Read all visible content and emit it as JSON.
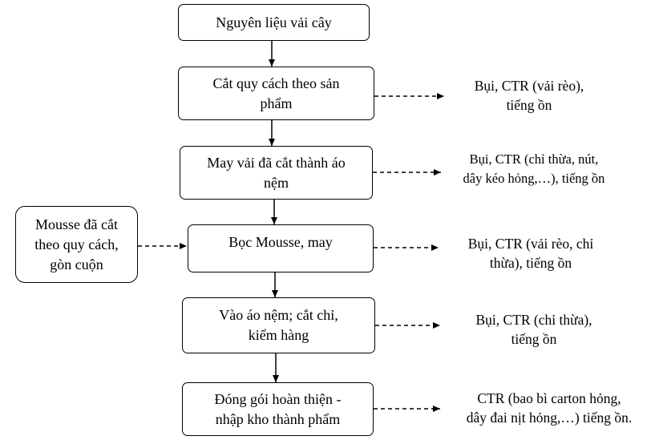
{
  "steps": [
    {
      "lines": [
        "Nguyên liệu vải cây"
      ]
    },
    {
      "lines": [
        "Cắt quy cách theo sản",
        "phẩm"
      ]
    },
    {
      "lines": [
        "May vải đã cắt thành áo",
        "nệm"
      ]
    },
    {
      "lines": [
        "Bọc Mousse,  may"
      ]
    },
    {
      "lines": [
        "Vào áo nệm; cắt chỉ,",
        "kiểm hàng"
      ]
    },
    {
      "lines": [
        "Đóng gói hoàn thiện -",
        "nhập kho thành phẩm"
      ]
    }
  ],
  "input": {
    "lines": [
      "Mousse đã cắt",
      "theo quy cách,",
      "gòn cuộn"
    ]
  },
  "outputs": [
    {
      "lines": [
        "Bụi, CTR (vải rèo),",
        "tiếng ồn"
      ]
    },
    {
      "lines": [
        "Bụi, CTR (chỉ thừa, nút,",
        "dây kéo hỏng,…), tiếng ồn"
      ]
    },
    {
      "lines": [
        "Bụi, CTR (vải rèo, chỉ",
        "thừa), tiếng ồn"
      ]
    },
    {
      "lines": [
        "Bụi, CTR (chỉ thừa),",
        "tiếng ồn"
      ]
    },
    {
      "lines": [
        "CTR (bao bì carton hỏng,",
        "dây đai nịt hỏng,…) tiếng ồn."
      ]
    }
  ]
}
